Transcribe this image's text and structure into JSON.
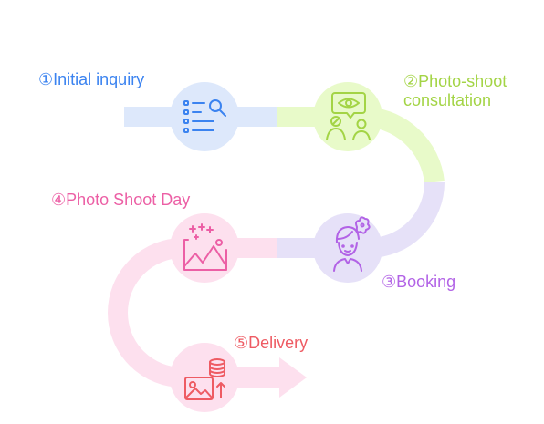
{
  "steps": [
    {
      "num": "①",
      "label": "Initial inquiry",
      "color": "#3b83f0",
      "band": "#dde8fb",
      "icon": "search-list-icon"
    },
    {
      "num": "②",
      "label_lines": [
        "Photo-shoot",
        "consultation"
      ],
      "color": "#a3d445",
      "band": "#e8fac9",
      "icon": "consultation-icon"
    },
    {
      "num": "③",
      "label": "Booking",
      "color": "#b263e6",
      "band": "#e6e1f8",
      "icon": "customer-service-icon"
    },
    {
      "num": "④",
      "label": "Photo Shoot Day",
      "color": "#ec5fa5",
      "band": "#fde0ee",
      "icon": "photo-sparkle-icon"
    },
    {
      "num": "⑤",
      "label": "Delivery",
      "color": "#ee5b63",
      "band": "#fde0ee",
      "icon": "photo-database-upload-icon"
    }
  ]
}
